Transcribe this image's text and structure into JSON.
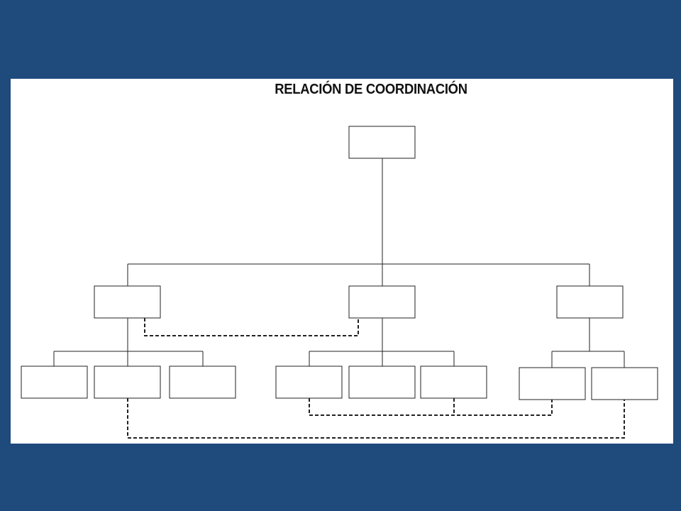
{
  "slide": {
    "title": "RELACIÓN DE COORDINACIÓN"
  },
  "colors": {
    "background": "#1f4a7c",
    "panel": "#ffffff",
    "lines": "#222222"
  },
  "org_chart": {
    "levels": 3,
    "structure": {
      "root": {
        "children": [
          "a",
          "b",
          "c"
        ]
      },
      "a": {
        "children": [
          "a1",
          "a2",
          "a3"
        ]
      },
      "b": {
        "children": [
          "b1",
          "b2",
          "b3"
        ]
      },
      "c": {
        "children": [
          "c1",
          "c2"
        ]
      }
    },
    "coordination_links": [
      [
        "a",
        "b"
      ],
      [
        "b1",
        "b3",
        "c1"
      ],
      [
        "a2",
        "c2"
      ]
    ],
    "box_labels": ""
  }
}
